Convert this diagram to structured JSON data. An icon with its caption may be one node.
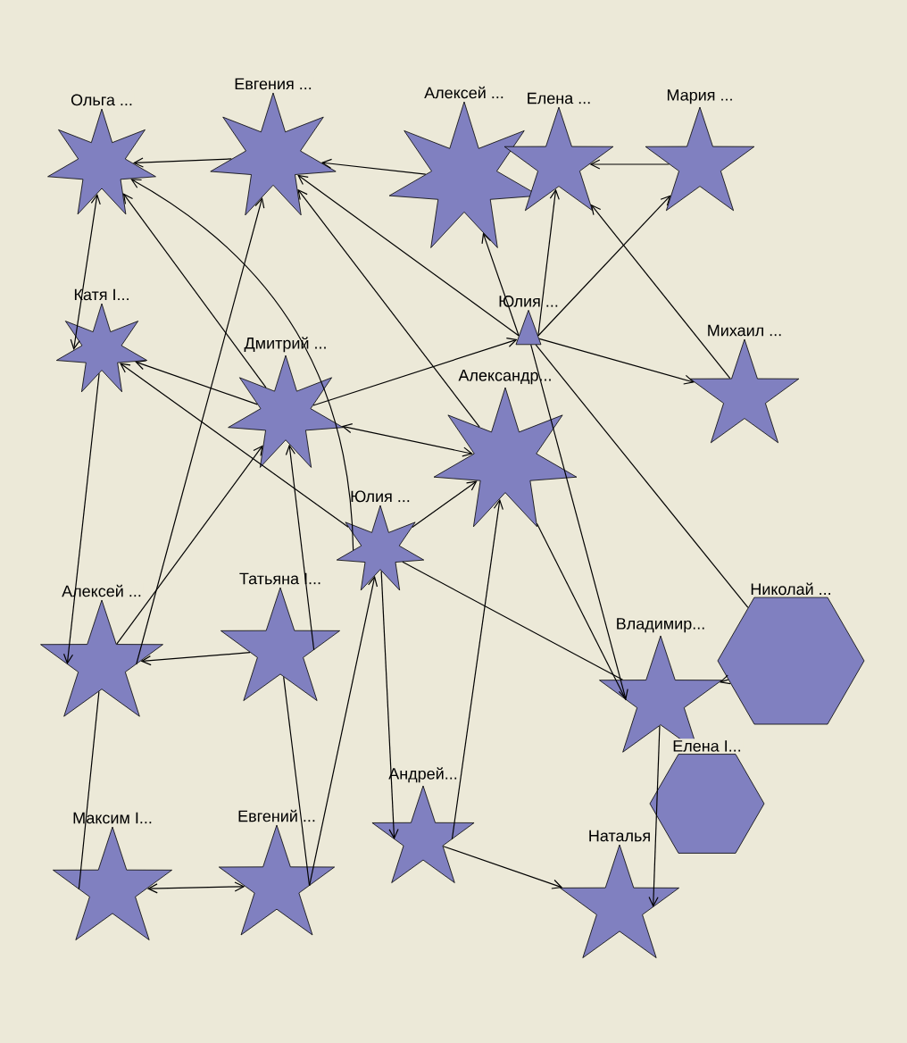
{
  "diagram": {
    "nodes": [
      {
        "text": [
          "Ольга ..."
        ]
      },
      {
        "text": [
          "Евгения ..."
        ]
      },
      {
        "text": [
          "Алексей ..."
        ]
      },
      {
        "text": [
          "Елена ..."
        ]
      },
      {
        "text": [
          "Мария ..."
        ]
      },
      {
        "text": [
          "Катя I..."
        ]
      },
      {
        "text": [
          "Юлия ..."
        ]
      },
      {
        "text": [
          "Михаил ..."
        ]
      },
      {
        "text": [
          "Дмитрий ..."
        ]
      },
      {
        "text": [
          "Александр..."
        ]
      },
      {
        "text": [
          "Юлия ..."
        ]
      },
      {
        "text": [
          "Алексей ..."
        ]
      },
      {
        "text": [
          "Татьяна I..."
        ]
      },
      {
        "text": [
          "Владимир..."
        ]
      },
      {
        "text": [
          "Николай ..."
        ]
      },
      {
        "text": [
          "Елена I..."
        ]
      },
      {
        "text": [
          "Андрей..."
        ]
      },
      {
        "text": [
          "Максим I..."
        ]
      },
      {
        "text": [
          "Евгений ..."
        ]
      },
      {
        "text": [
          "Наталья"
        ]
      }
    ],
    "edges": [
      {
        "from": 1,
        "to": 0,
        "arrow": "to"
      },
      {
        "from": 2,
        "to": 1,
        "arrow": "to"
      },
      {
        "from": 6,
        "to": 1,
        "arrow": "to"
      },
      {
        "from": 4,
        "to": 3,
        "arrow": "to"
      },
      {
        "from": 0,
        "to": 5,
        "arrow": "both"
      },
      {
        "from": 8,
        "to": 5,
        "arrow": "to"
      },
      {
        "from": 8,
        "to": 0,
        "arrow": "to"
      },
      {
        "from": 10,
        "to": 0,
        "arrow": "to"
      },
      {
        "from": 8,
        "to": 6,
        "arrow": "to"
      },
      {
        "from": 11,
        "to": 1,
        "arrow": "to"
      },
      {
        "from": 11,
        "to": 8,
        "arrow": "to"
      },
      {
        "from": 12,
        "to": 11,
        "arrow": "to"
      },
      {
        "from": 10,
        "to": 5,
        "arrow": "to"
      },
      {
        "from": 5,
        "to": 11,
        "arrow": "to"
      },
      {
        "from": 6,
        "to": 4,
        "arrow": "to"
      },
      {
        "from": 6,
        "to": 7,
        "arrow": "to"
      },
      {
        "from": 7,
        "to": 3,
        "arrow": "to"
      },
      {
        "from": 6,
        "to": 3,
        "arrow": "to"
      },
      {
        "from": 6,
        "to": 2,
        "arrow": "to"
      },
      {
        "from": 9,
        "to": 1,
        "arrow": "to"
      },
      {
        "from": 8,
        "to": 9,
        "arrow": "both"
      },
      {
        "from": 10,
        "to": 9,
        "arrow": "to"
      },
      {
        "from": 12,
        "to": 8,
        "arrow": "to"
      },
      {
        "from": 10,
        "to": 16,
        "arrow": "to"
      },
      {
        "from": 18,
        "to": 10,
        "arrow": "to"
      },
      {
        "from": 16,
        "to": 9,
        "arrow": "to"
      },
      {
        "from": 16,
        "to": 19,
        "arrow": "to"
      },
      {
        "from": 13,
        "to": 19,
        "arrow": "to"
      },
      {
        "from": 6,
        "to": 13,
        "arrow": "to"
      },
      {
        "from": 6,
        "to": 14,
        "arrow": "none"
      },
      {
        "from": 14,
        "to": 13,
        "arrow": "to"
      },
      {
        "from": 10,
        "to": 13,
        "arrow": "none"
      },
      {
        "from": 9,
        "to": 13,
        "arrow": "none"
      },
      {
        "from": 17,
        "to": 18,
        "arrow": "both"
      },
      {
        "from": 11,
        "to": 17,
        "arrow": "none"
      },
      {
        "from": 12,
        "to": 18,
        "arrow": "none"
      }
    ]
  }
}
